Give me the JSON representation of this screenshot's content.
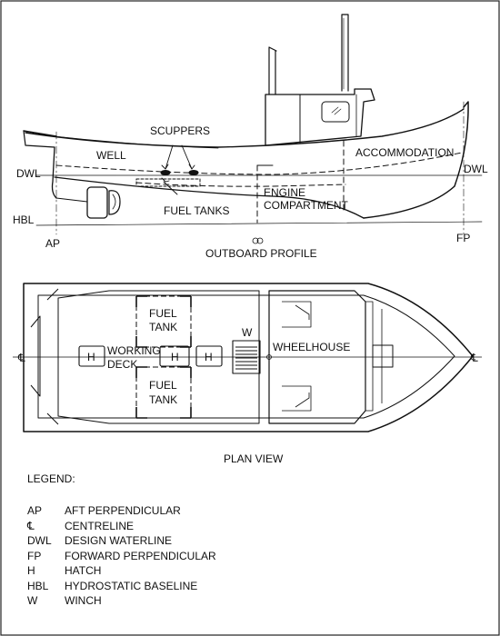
{
  "profile": {
    "title": "OUTBOARD PROFILE",
    "labels": {
      "scuppers": "SCUPPERS",
      "well": "WELL",
      "accommodation": "ACCOMMODATION",
      "dwl_left": "DWL",
      "dwl_right": "DWL",
      "fuel_tanks": "FUEL TANKS",
      "engine_1": "ENGINE",
      "engine_2": "COMPARTMENT",
      "hbl": "HBL",
      "ap": "AP",
      "fp": "FP"
    }
  },
  "plan": {
    "title": "PLAN VIEW",
    "labels": {
      "fuel_tank_top_1": "FUEL",
      "fuel_tank_top_2": "TANK",
      "fuel_tank_bottom_1": "FUEL",
      "fuel_tank_bottom_2": "TANK",
      "working_1": "WORKING",
      "working_2": "DECK",
      "winch": "W",
      "wheelhouse": "WHEELHOUSE",
      "hatch_1": "H",
      "hatch_2": "H",
      "hatch_3": "H"
    },
    "centreline_symbol": "℄"
  },
  "legend": {
    "title": "LEGEND:",
    "items": [
      {
        "abbr": "AP",
        "definition": "AFT PERPENDICULAR"
      },
      {
        "abbr": "℄",
        "definition": "CENTRELINE"
      },
      {
        "abbr": "DWL",
        "definition": "DESIGN WATERLINE"
      },
      {
        "abbr": "FP",
        "definition": "FORWARD PERPENDICULAR"
      },
      {
        "abbr": "H",
        "definition": "HATCH"
      },
      {
        "abbr": "HBL",
        "definition": "HYDROSTATIC BASELINE"
      },
      {
        "abbr": "W",
        "definition": "WINCH"
      }
    ]
  }
}
